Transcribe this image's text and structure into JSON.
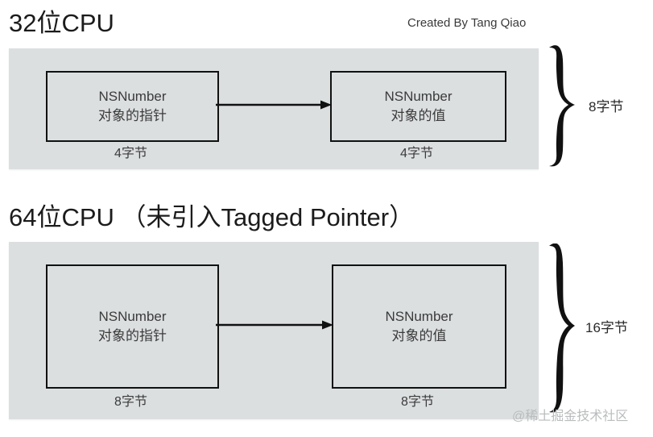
{
  "credit": "Created By Tang Qiao",
  "watermark": "@稀土掘金技术社区",
  "sections": [
    {
      "title": "32位CPU",
      "boxes": [
        {
          "line1": "NSNumber",
          "line2": "对象的指针",
          "caption": "4字节"
        },
        {
          "line1": "NSNumber",
          "line2": "对象的值",
          "caption": "4字节"
        }
      ],
      "total": "8字节"
    },
    {
      "title": "64位CPU （未引入Tagged Pointer）",
      "boxes": [
        {
          "line1": "NSNumber",
          "line2": "对象的指针",
          "caption": "8字节"
        },
        {
          "line1": "NSNumber",
          "line2": "对象的值",
          "caption": "8字节"
        }
      ],
      "total": "16字节"
    }
  ],
  "colors": {
    "panel_background": "#dcdfe0",
    "box_border": "#111111",
    "page_background": "#ffffff",
    "text": "#3b3b3b",
    "watermark": "#b9bcbd"
  },
  "icons": {
    "arrow": "right-arrow-icon",
    "brace": "curly-brace-icon"
  }
}
